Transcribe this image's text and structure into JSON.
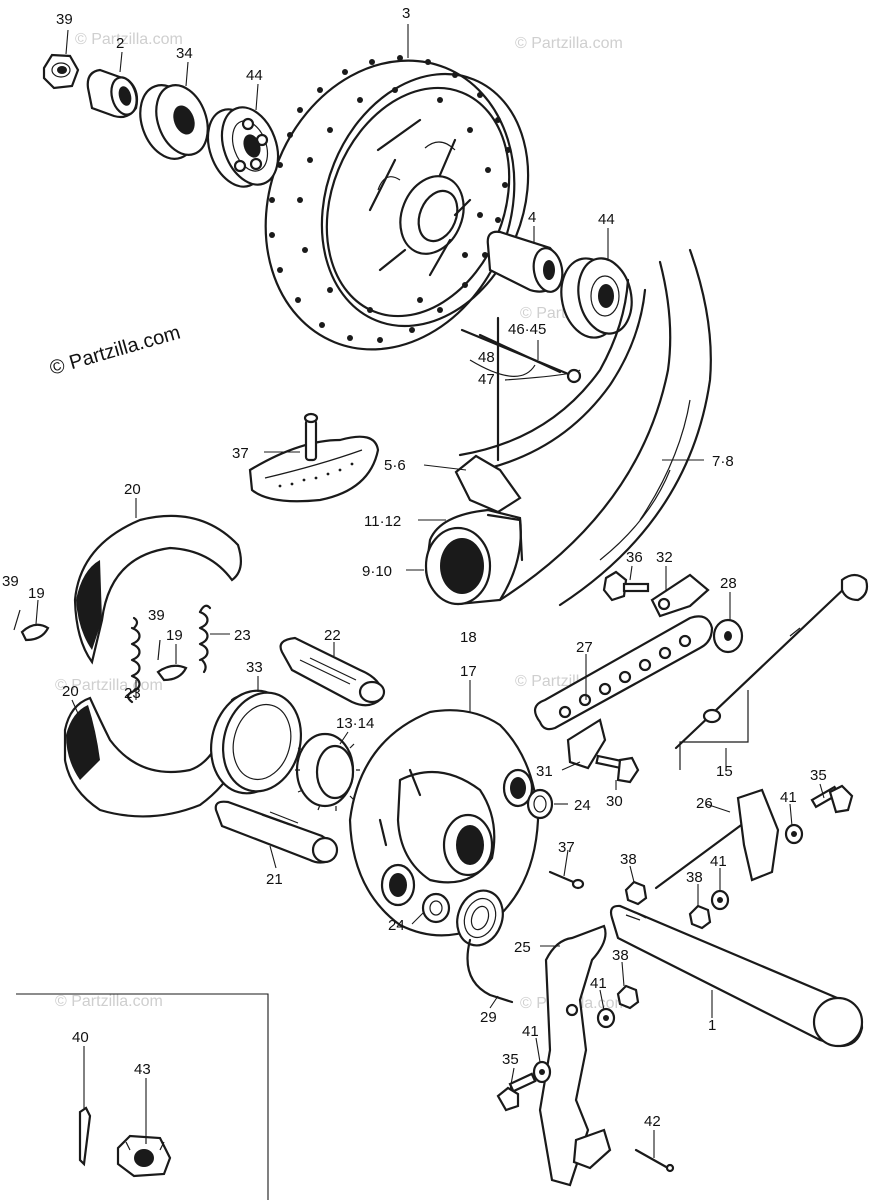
{
  "watermark": {
    "main": "© Partzilla.com",
    "faint": "© Partzilla.com"
  },
  "callouts": [
    {
      "id": "c39a",
      "label": "39"
    },
    {
      "id": "c2",
      "label": "2"
    },
    {
      "id": "c34",
      "label": "34"
    },
    {
      "id": "c44a",
      "label": "44"
    },
    {
      "id": "c3",
      "label": "3"
    },
    {
      "id": "c4",
      "label": "4"
    },
    {
      "id": "c44b",
      "label": "44"
    },
    {
      "id": "c4645",
      "label": "46·45"
    },
    {
      "id": "c48",
      "label": "48"
    },
    {
      "id": "c47",
      "label": "47"
    },
    {
      "id": "c37a",
      "label": "37"
    },
    {
      "id": "c56",
      "label": "5·6"
    },
    {
      "id": "c78",
      "label": "7·8"
    },
    {
      "id": "c20a",
      "label": "20"
    },
    {
      "id": "c1112",
      "label": "11·12"
    },
    {
      "id": "c910",
      "label": "9·10"
    },
    {
      "id": "c36",
      "label": "36"
    },
    {
      "id": "c32",
      "label": "32"
    },
    {
      "id": "c28",
      "label": "28"
    },
    {
      "id": "c39b",
      "label": "39"
    },
    {
      "id": "c19a",
      "label": "19"
    },
    {
      "id": "c39c",
      "label": "39"
    },
    {
      "id": "c19b",
      "label": "19"
    },
    {
      "id": "c23a",
      "label": "23"
    },
    {
      "id": "c22",
      "label": "22"
    },
    {
      "id": "c18",
      "label": "18"
    },
    {
      "id": "c17",
      "label": "17"
    },
    {
      "id": "c27",
      "label": "27"
    },
    {
      "id": "c20b",
      "label": "20"
    },
    {
      "id": "c23b",
      "label": "23"
    },
    {
      "id": "c33",
      "label": "33"
    },
    {
      "id": "c1314",
      "label": "13·14"
    },
    {
      "id": "c15",
      "label": "15"
    },
    {
      "id": "c31",
      "label": "31"
    },
    {
      "id": "c30",
      "label": "30"
    },
    {
      "id": "c35a",
      "label": "35"
    },
    {
      "id": "c24a",
      "label": "24"
    },
    {
      "id": "c26",
      "label": "26"
    },
    {
      "id": "c41a",
      "label": "41"
    },
    {
      "id": "c37b",
      "label": "37"
    },
    {
      "id": "c38a",
      "label": "38"
    },
    {
      "id": "c41b",
      "label": "41"
    },
    {
      "id": "c38b",
      "label": "38"
    },
    {
      "id": "c21",
      "label": "21"
    },
    {
      "id": "c24b",
      "label": "24"
    },
    {
      "id": "c25",
      "label": "25"
    },
    {
      "id": "c38c",
      "label": "38"
    },
    {
      "id": "c41c",
      "label": "41"
    },
    {
      "id": "c1",
      "label": "1"
    },
    {
      "id": "c29",
      "label": "29"
    },
    {
      "id": "c41d",
      "label": "41"
    },
    {
      "id": "c40",
      "label": "40"
    },
    {
      "id": "c43",
      "label": "43"
    },
    {
      "id": "c35b",
      "label": "35"
    },
    {
      "id": "c42",
      "label": "42"
    }
  ]
}
